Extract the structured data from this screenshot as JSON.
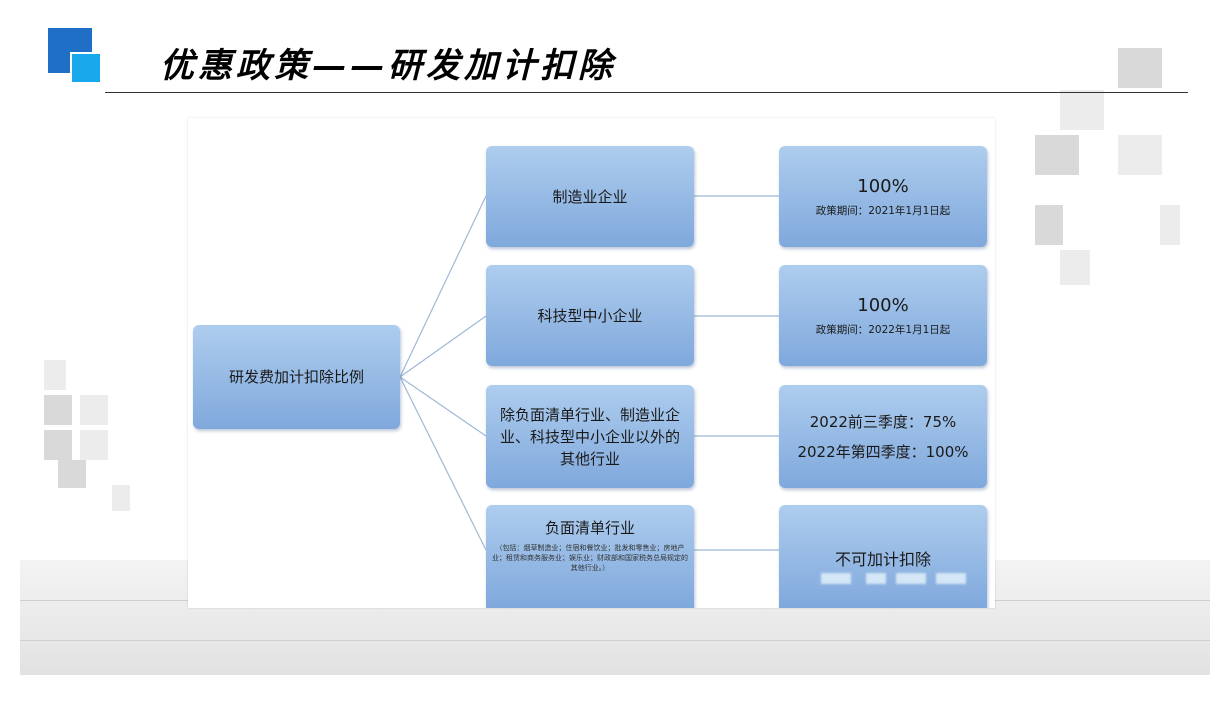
{
  "header": {
    "title": "优惠政策——研发加计扣除"
  },
  "diagram": {
    "root": "研发费加计扣除比例",
    "rows": [
      {
        "category": "制造业企业",
        "rate": "100%",
        "period": "政策期间：2021年1月1日起"
      },
      {
        "category": "科技型中小企业",
        "rate": "100%",
        "period": "政策期间：2022年1月1日起"
      },
      {
        "category": "除负面清单行业、制造业企业、科技型中小企业以外的其他行业",
        "rate_line1": "2022前三季度：75%",
        "rate_line2": "2022年第四季度：100%"
      },
      {
        "category": "负面清单行业",
        "note": "（包括：烟草制造业；住宿和餐饮业；批发和零售业；房地产业；租赁和商务服务业；娱乐业；财政部和国家税务总局规定的其他行业。）",
        "rate": "不可加计扣除"
      }
    ]
  },
  "colors": {
    "node_top": "#aecdee",
    "node_bottom": "#7fa8dc",
    "logo_dark": "#1f6fc6",
    "logo_light": "#18a9ec"
  }
}
